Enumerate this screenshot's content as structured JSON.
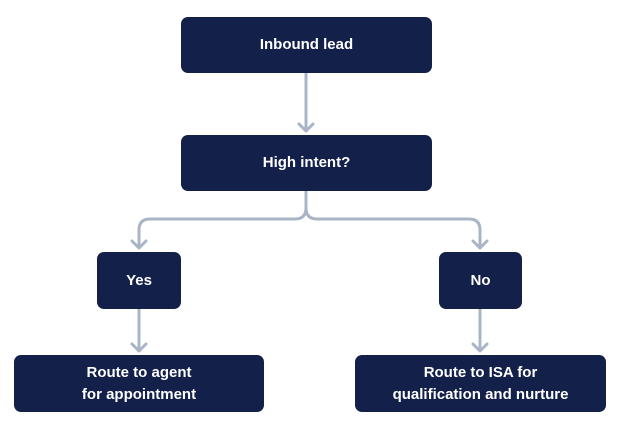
{
  "colors": {
    "node_fill": "#13204a",
    "node_text": "#ffffff",
    "connector": "#a9b5c6"
  },
  "nodes": {
    "inbound": {
      "label": "Inbound lead"
    },
    "intent": {
      "label": "High intent?"
    },
    "yes": {
      "label": "Yes"
    },
    "no": {
      "label": "No"
    },
    "agent": {
      "lines": [
        "Route to agent",
        "for appointment"
      ]
    },
    "isa": {
      "lines": [
        "Route to ISA for",
        "qualification and nurture"
      ]
    }
  }
}
